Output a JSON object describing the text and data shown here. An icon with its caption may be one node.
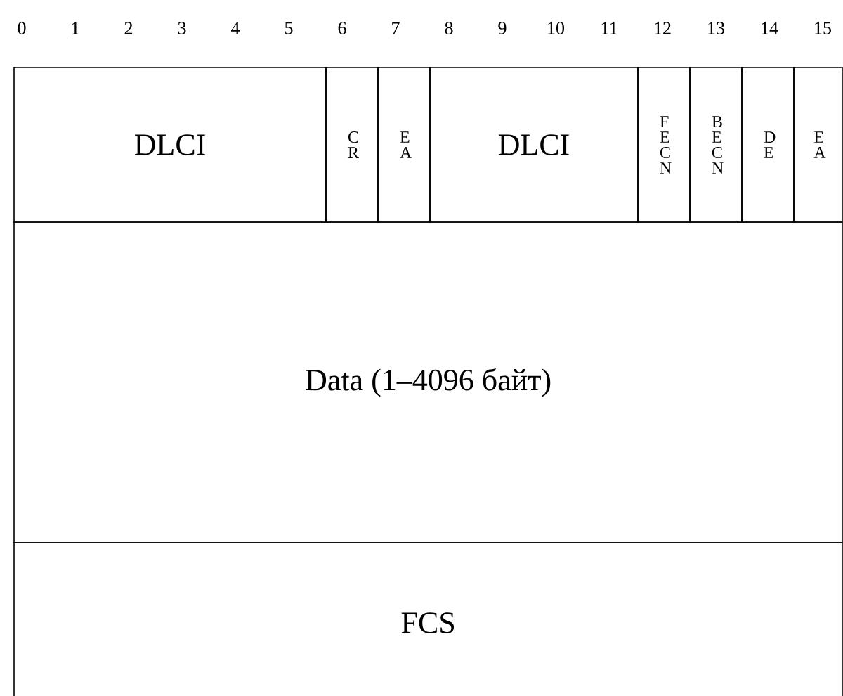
{
  "diagram": {
    "nodes": [
      {
        "text": [
          "DLCI"
        ]
      },
      {
        "text": [
          "C R"
        ]
      },
      {
        "text": [
          "E A"
        ]
      },
      {
        "text": [
          "DLCI"
        ]
      },
      {
        "text": [
          "F E C N"
        ]
      },
      {
        "text": [
          "B E C N"
        ]
      },
      {
        "text": [
          "D E"
        ]
      },
      {
        "text": [
          "E A"
        ]
      },
      {
        "text": [
          "Data (1–4096 байт)"
        ]
      },
      {
        "text": [
          "FCS"
        ]
      }
    ],
    "edges": [],
    "labels": [
      "0",
      "1",
      "2",
      "3",
      "4",
      "5",
      "6",
      "7",
      "8",
      "9",
      "10",
      "11",
      "12",
      "13",
      "14",
      "15"
    ]
  }
}
